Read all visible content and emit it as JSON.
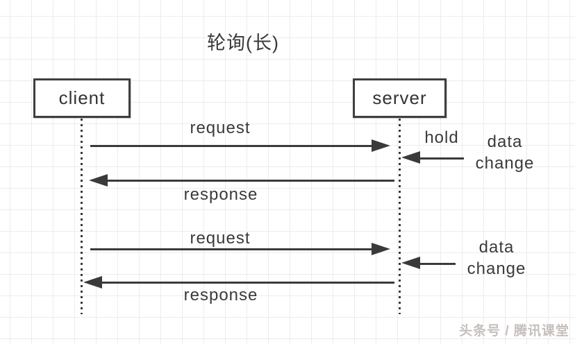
{
  "diagram": {
    "title": "轮询(长)",
    "actors": [
      {
        "id": "client",
        "label": "client"
      },
      {
        "id": "server",
        "label": "server"
      }
    ],
    "messages": {
      "request_1": "request",
      "hold": "hold",
      "data_change_1": {
        "line1": "data",
        "line2": "change"
      },
      "response_1": "response",
      "request_2": "request",
      "data_change_2": {
        "line1": "data",
        "line2": "change"
      },
      "response_2": "response"
    }
  },
  "watermark": {
    "text": "头条号 / 腾讯课堂"
  },
  "colors": {
    "line": "#3a3a3a",
    "box_border": "#3f3f3f",
    "text": "#333333",
    "grid": "#ececec",
    "background": "#ffffff",
    "watermark": "#c6bfbc"
  }
}
